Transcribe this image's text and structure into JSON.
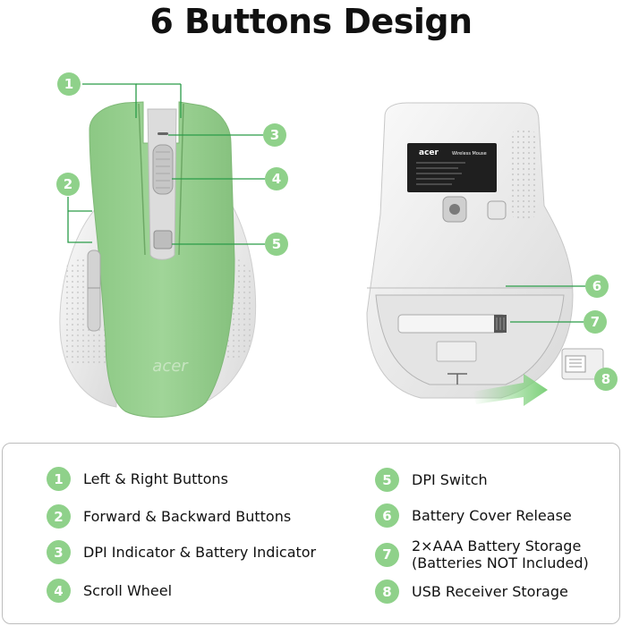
{
  "title": "6 Buttons Design",
  "brand": "acer",
  "label_panel": {
    "brand": "acer",
    "product": "Wireless Mouse"
  },
  "callouts": [
    "1",
    "2",
    "3",
    "4",
    "5",
    "6",
    "7",
    "8"
  ],
  "legend": [
    {
      "num": "1",
      "label": "Left & Right Buttons"
    },
    {
      "num": "2",
      "label": "Forward & Backward Buttons"
    },
    {
      "num": "3",
      "label": "DPI Indicator & Battery Indicator"
    },
    {
      "num": "4",
      "label": "Scroll Wheel"
    },
    {
      "num": "5",
      "label": "DPI Switch"
    },
    {
      "num": "6",
      "label": "Battery Cover Release"
    },
    {
      "num": "7",
      "label": "2×AAA Battery Storage",
      "label2": "(Batteries NOT Included)"
    },
    {
      "num": "8",
      "label": "USB Receiver Storage"
    }
  ],
  "colors": {
    "accent": "#8fd18a",
    "mouse_green": "#98cf8f",
    "mouse_white": "#eeeeee",
    "arrow_green": "#7dd07a"
  }
}
